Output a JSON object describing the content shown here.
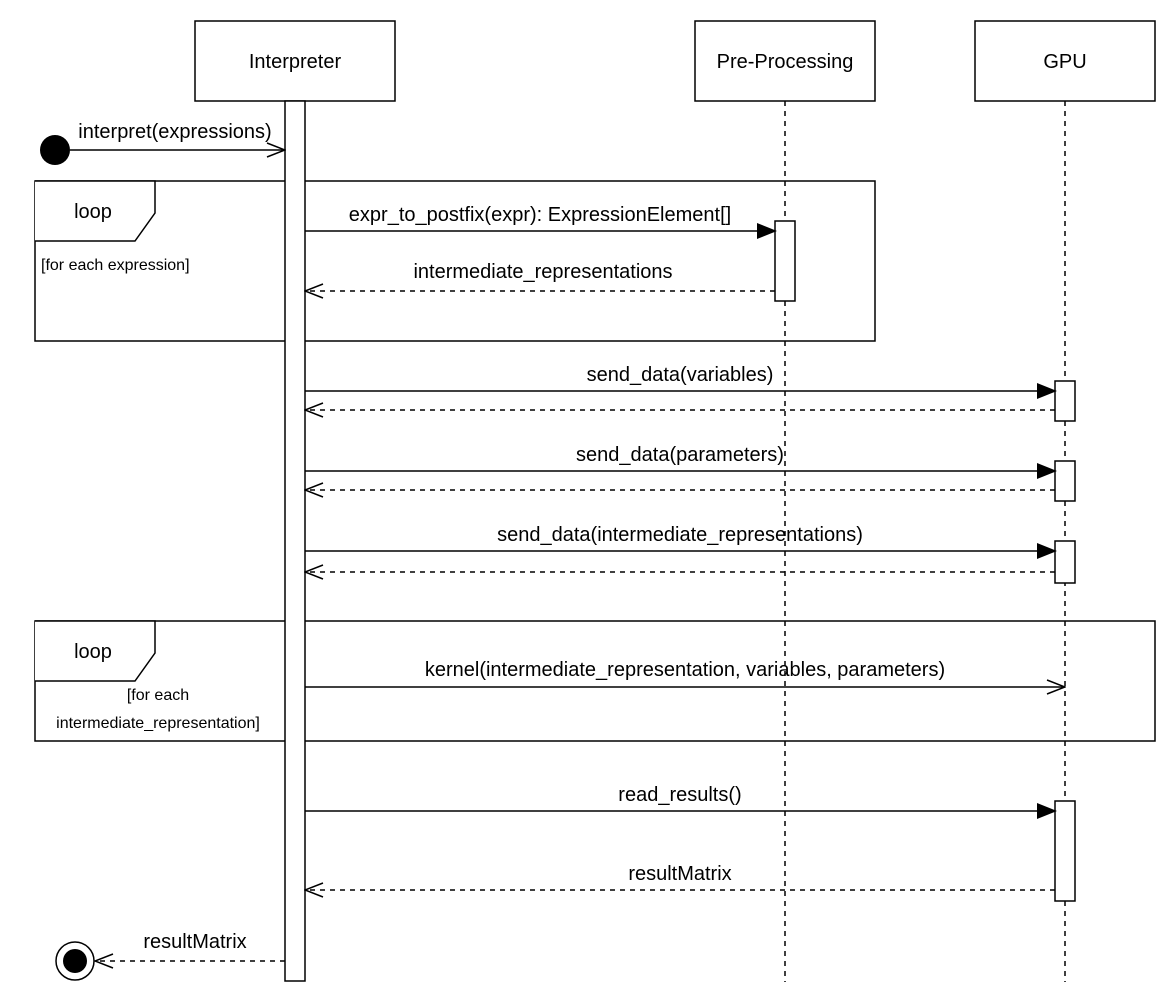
{
  "participants": [
    {
      "id": "interpreter",
      "label": "Interpreter"
    },
    {
      "id": "preprocessing",
      "label": "Pre-Processing"
    },
    {
      "id": "gpu",
      "label": "GPU"
    }
  ],
  "fragments": [
    {
      "keyword": "loop",
      "guard_lines": [
        "[for each expression]"
      ]
    },
    {
      "keyword": "loop",
      "guard_lines": [
        "[for each",
        "intermediate_representation]"
      ]
    }
  ],
  "messages": [
    {
      "label": "interpret(expressions)",
      "kind": "async"
    },
    {
      "label": "expr_to_postfix(expr): ExpressionElement[]",
      "kind": "sync"
    },
    {
      "label": "intermediate_representations",
      "kind": "return"
    },
    {
      "label": "send_data(variables)",
      "kind": "sync"
    },
    {
      "label": "",
      "kind": "return"
    },
    {
      "label": "send_data(parameters)",
      "kind": "sync"
    },
    {
      "label": "",
      "kind": "return"
    },
    {
      "label": "send_data(intermediate_representations)",
      "kind": "sync"
    },
    {
      "label": "",
      "kind": "return"
    },
    {
      "label": "kernel(intermediate_representation, variables, parameters)",
      "kind": "async"
    },
    {
      "label": "read_results()",
      "kind": "sync"
    },
    {
      "label": "resultMatrix",
      "kind": "return"
    },
    {
      "label": "resultMatrix",
      "kind": "return"
    }
  ]
}
